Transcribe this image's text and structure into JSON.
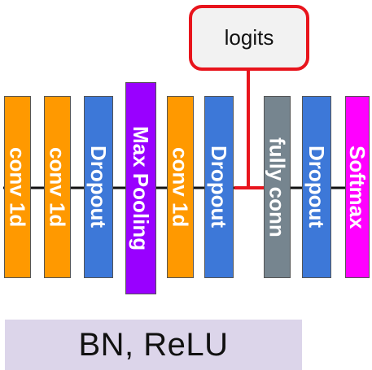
{
  "layers": [
    {
      "label": "conv 1d",
      "color": "#ff9900"
    },
    {
      "label": "conv 1d",
      "color": "#ff9900"
    },
    {
      "label": "Dropout",
      "color": "#3d78d8"
    },
    {
      "label": "Max Pooling",
      "color": "#9900ff"
    },
    {
      "label": "conv 1d",
      "color": "#ff9900"
    },
    {
      "label": "Dropout",
      "color": "#3d78d8"
    },
    {
      "label": "fully conn",
      "color": "#76858f"
    },
    {
      "label": "Dropout",
      "color": "#3d78d8"
    },
    {
      "label": "Softmax",
      "color": "#ff00ff"
    }
  ],
  "logits": {
    "label": "logits"
  },
  "footer": {
    "label": "BN, ReLU"
  },
  "colors": {
    "connector": "#111111",
    "logits_connector": "#e8141c",
    "logits_border": "#e8141c"
  }
}
